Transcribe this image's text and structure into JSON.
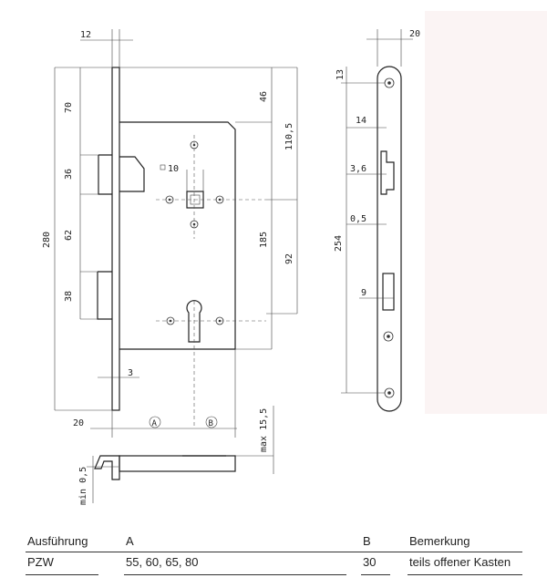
{
  "drawing": {
    "dims": {
      "d12": "12",
      "d20_top": "20",
      "d70": "70",
      "d46": "46",
      "d110_5": "110,5",
      "d36": "36",
      "d280": "280",
      "d62": "62",
      "d185": "185",
      "d92": "92",
      "d38": "38",
      "d3": "3",
      "d20_bottom": "20",
      "max15_5": "max 15,5",
      "min0_5": "min 0,5",
      "sq10": "10",
      "d13": "13",
      "d14": "14",
      "d3_6": "3,6",
      "d0_5": "0,5",
      "d254": "254",
      "d9": "9"
    },
    "markers": {
      "a": "A",
      "b": "B"
    }
  },
  "table": {
    "headers": {
      "ausfuehrung": "Ausführung",
      "a": "A",
      "b": "B",
      "bemerkung": "Bemerkung"
    },
    "rows": [
      {
        "ausfuehrung": "PZW",
        "a": "55, 60, 65, 80",
        "b": "30",
        "bemerkung": "teils offener Kasten"
      }
    ]
  },
  "colors": {
    "panel": "#fbf4f4",
    "line": "#333333"
  }
}
